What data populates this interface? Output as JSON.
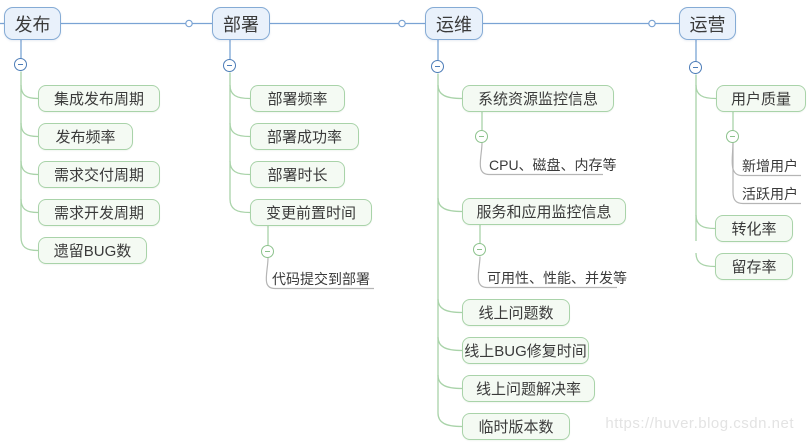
{
  "watermark": {
    "text": "https://huver.blog.csdn.net"
  },
  "colors": {
    "topic_border": "#85abd5",
    "topic_fill": "#e9f1fb",
    "branch_line_blue": "#7aa3d4",
    "child_border": "#a9d3a9",
    "child_fill": "#f4faf3",
    "leaf_line_gray": "#b5b5b5"
  },
  "map": {
    "topics": [
      {
        "label": "发布",
        "children": [
          {
            "label": "集成发布周期"
          },
          {
            "label": "发布频率"
          },
          {
            "label": "需求交付周期"
          },
          {
            "label": "需求开发周期"
          },
          {
            "label": "遗留BUG数"
          }
        ]
      },
      {
        "label": "部署",
        "children": [
          {
            "label": "部署频率"
          },
          {
            "label": "部署成功率"
          },
          {
            "label": "部署时长"
          },
          {
            "label": "变更前置时间",
            "children": [
              {
                "label": "代码提交到部署"
              }
            ]
          }
        ]
      },
      {
        "label": "运维",
        "children": [
          {
            "label": "系统资源监控信息",
            "children": [
              {
                "label": "CPU、磁盘、内存等"
              }
            ]
          },
          {
            "label": "服务和应用监控信息",
            "children": [
              {
                "label": "可用性、性能、并发等"
              }
            ]
          },
          {
            "label": "线上问题数"
          },
          {
            "label": "线上BUG修复时间"
          },
          {
            "label": "线上问题解决率"
          },
          {
            "label": "临时版本数"
          }
        ]
      },
      {
        "label": "运营",
        "children": [
          {
            "label": "用户质量",
            "children": [
              {
                "label": "新增用户"
              },
              {
                "label": "活跃用户"
              }
            ]
          },
          {
            "label": "转化率"
          },
          {
            "label": "留存率"
          }
        ]
      }
    ]
  }
}
